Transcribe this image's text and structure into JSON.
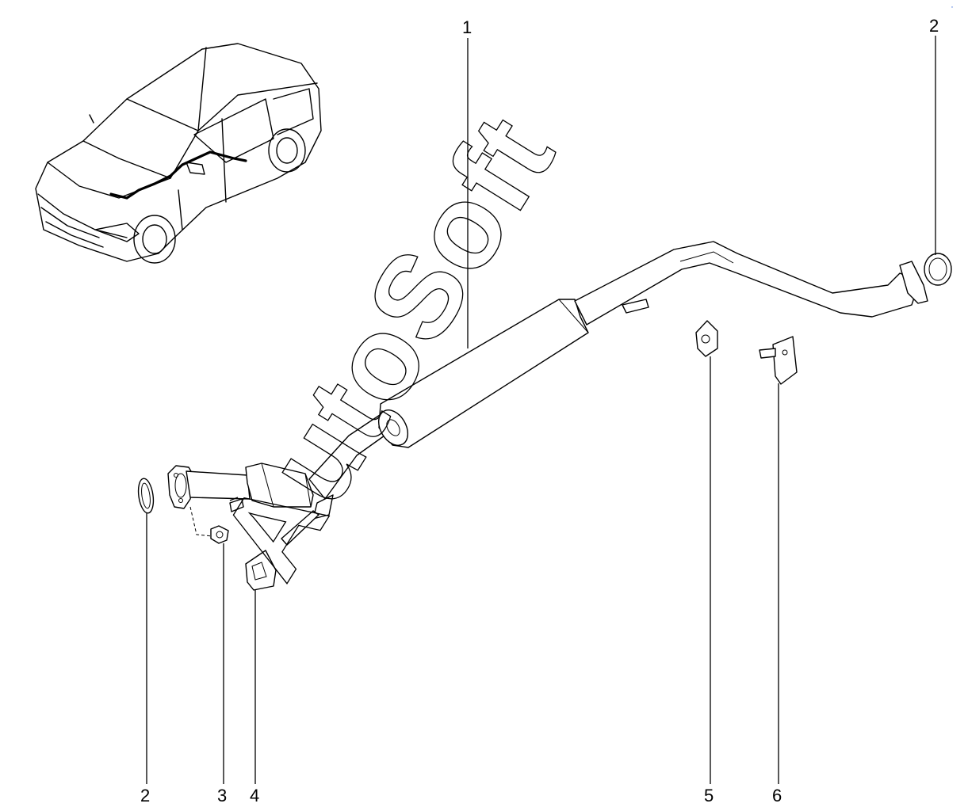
{
  "watermark": "AutoSoft",
  "corner_mark": "*",
  "callouts": [
    {
      "id": "c1",
      "label": "1"
    },
    {
      "id": "c2-top",
      "label": "2"
    },
    {
      "id": "c2-bottom",
      "label": "2"
    },
    {
      "id": "c3",
      "label": "3"
    },
    {
      "id": "c4",
      "label": "4"
    },
    {
      "id": "c5",
      "label": "5"
    },
    {
      "id": "c6",
      "label": "6"
    }
  ],
  "colors": {
    "line": "#000000",
    "background": "#ffffff",
    "corner_mark": "#2b5fd9"
  }
}
